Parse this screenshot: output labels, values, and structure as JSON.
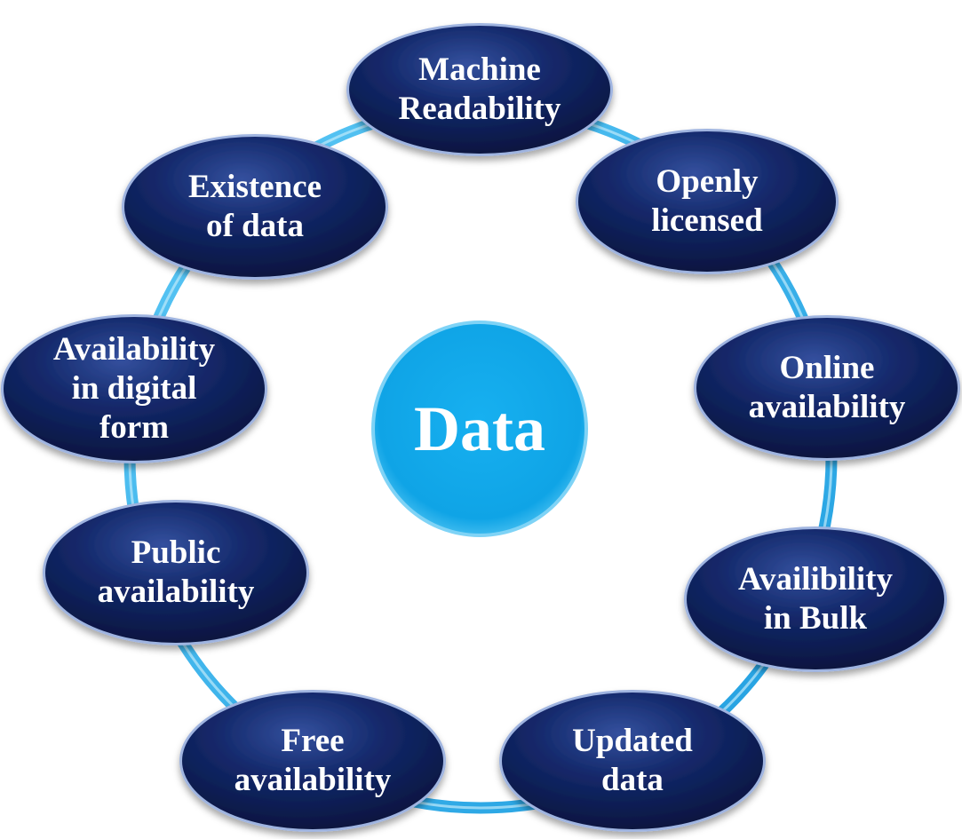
{
  "center": {
    "label": "Data"
  },
  "nodes": [
    {
      "id": "machine-readability",
      "label": "Machine\nReadability"
    },
    {
      "id": "openly-licensed",
      "label": "Openly\nlicensed"
    },
    {
      "id": "online-availability",
      "label": "Online\navailability"
    },
    {
      "id": "availibility-in-bulk",
      "label": "Availibility\nin Bulk"
    },
    {
      "id": "updated-data",
      "label": "Updated\ndata"
    },
    {
      "id": "free-availability",
      "label": "Free\navailability"
    },
    {
      "id": "public-availability",
      "label": "Public\navailability"
    },
    {
      "id": "availability-in-digital-form",
      "label": "Availability\nin digital\nform"
    },
    {
      "id": "existence-of-data",
      "label": "Existence\nof data"
    }
  ],
  "colors": {
    "node_fill": "#0d1f5c",
    "node_highlight": "#3a57a8",
    "ring": "#29a9e8",
    "center_fill": "#12a9ec"
  }
}
